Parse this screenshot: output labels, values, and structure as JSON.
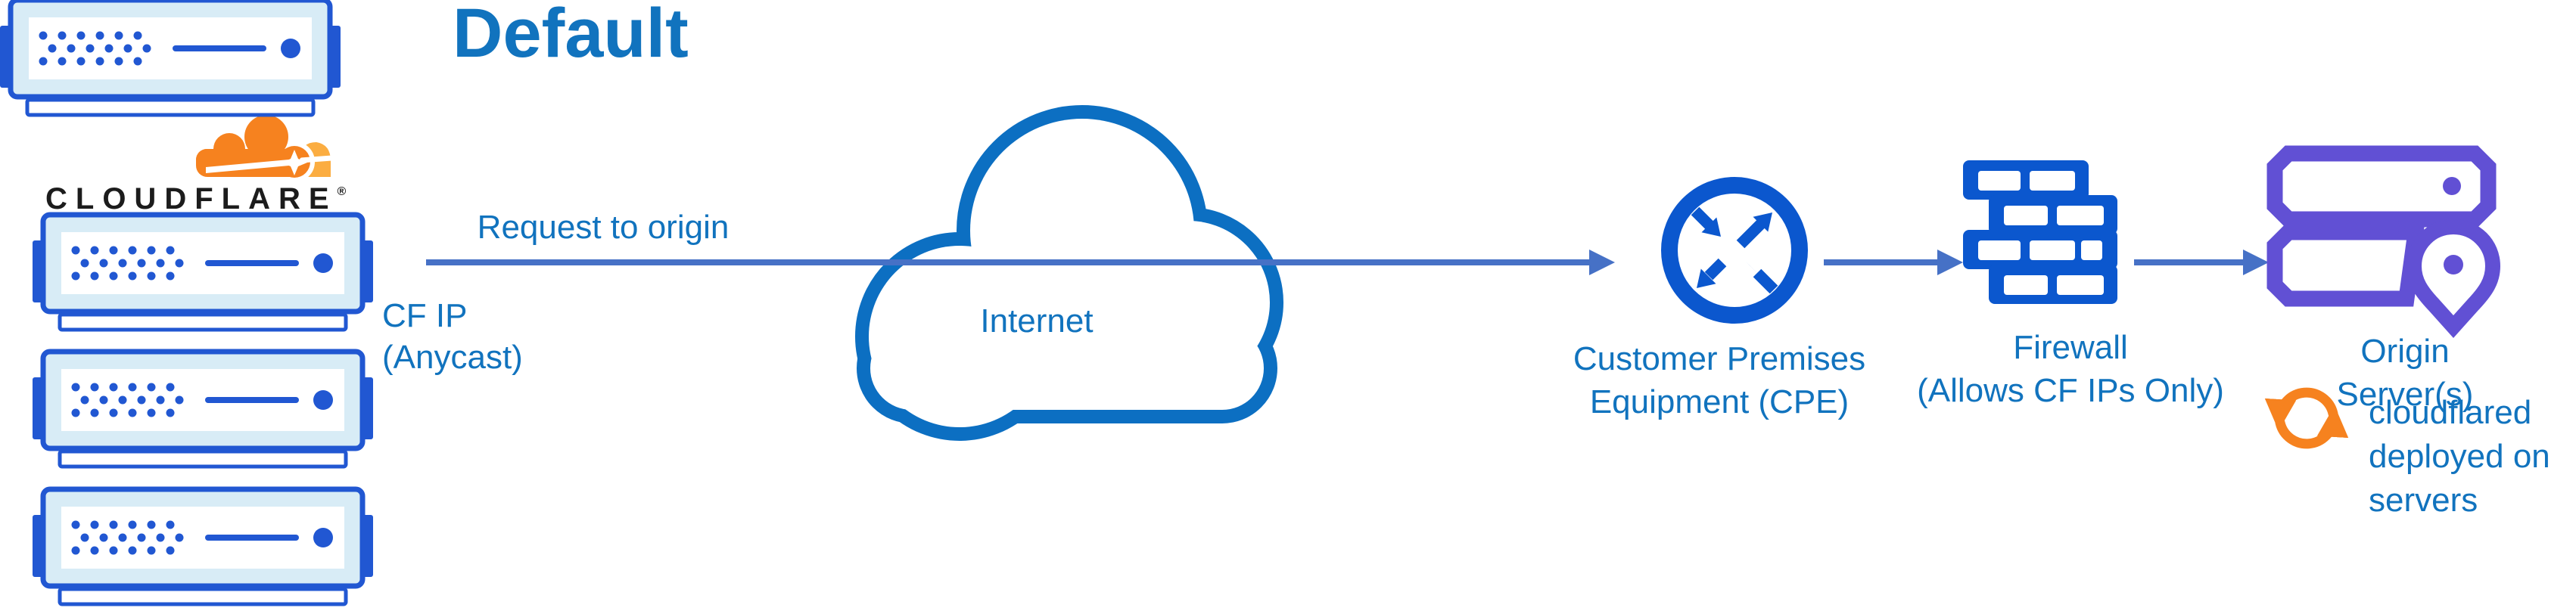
{
  "title": "Default",
  "cloudflare": {
    "wordmark": "CLOUDFLARE",
    "registered": "®"
  },
  "labels": {
    "request": "Request to origin",
    "cf_ip": "CF IP\n(Anycast)",
    "internet": "Internet",
    "cpe": "Customer Premises\nEquipment (CPE)",
    "firewall": "Firewall\n(Allows CF IPs Only)",
    "origin": "Origin Server(s)",
    "cloudflared": "cloudflared\ndeployed on\nservers"
  },
  "icons": {
    "cloudflare_logo": "cloudflare-cloud-logo",
    "edge_servers": "cloudflare-edge-server-stack (3 servers)",
    "internet_cloud": "internet-cloud-icon",
    "cpe": "router-crossing-arrows-icon",
    "firewall": "brick-wall-icon",
    "origin_servers": "stacked-servers-icon",
    "location_pin": "location-pin-icon",
    "cloudflared_sync": "sync-refresh-arrows-icon"
  },
  "colors": {
    "text_blue": "#1173BE",
    "arrow_blue": "#4671C6",
    "icon_blue": "#0B57CE",
    "server_blue": "#2157D2",
    "server_fill": "#D8ECF6",
    "cloud_stroke": "#0C6FC2",
    "origin_purple": "#6150D4",
    "cf_orange": "#F6821F",
    "cf_orange_light": "#FBAD41",
    "wordmark_black": "#1c1c1c"
  }
}
